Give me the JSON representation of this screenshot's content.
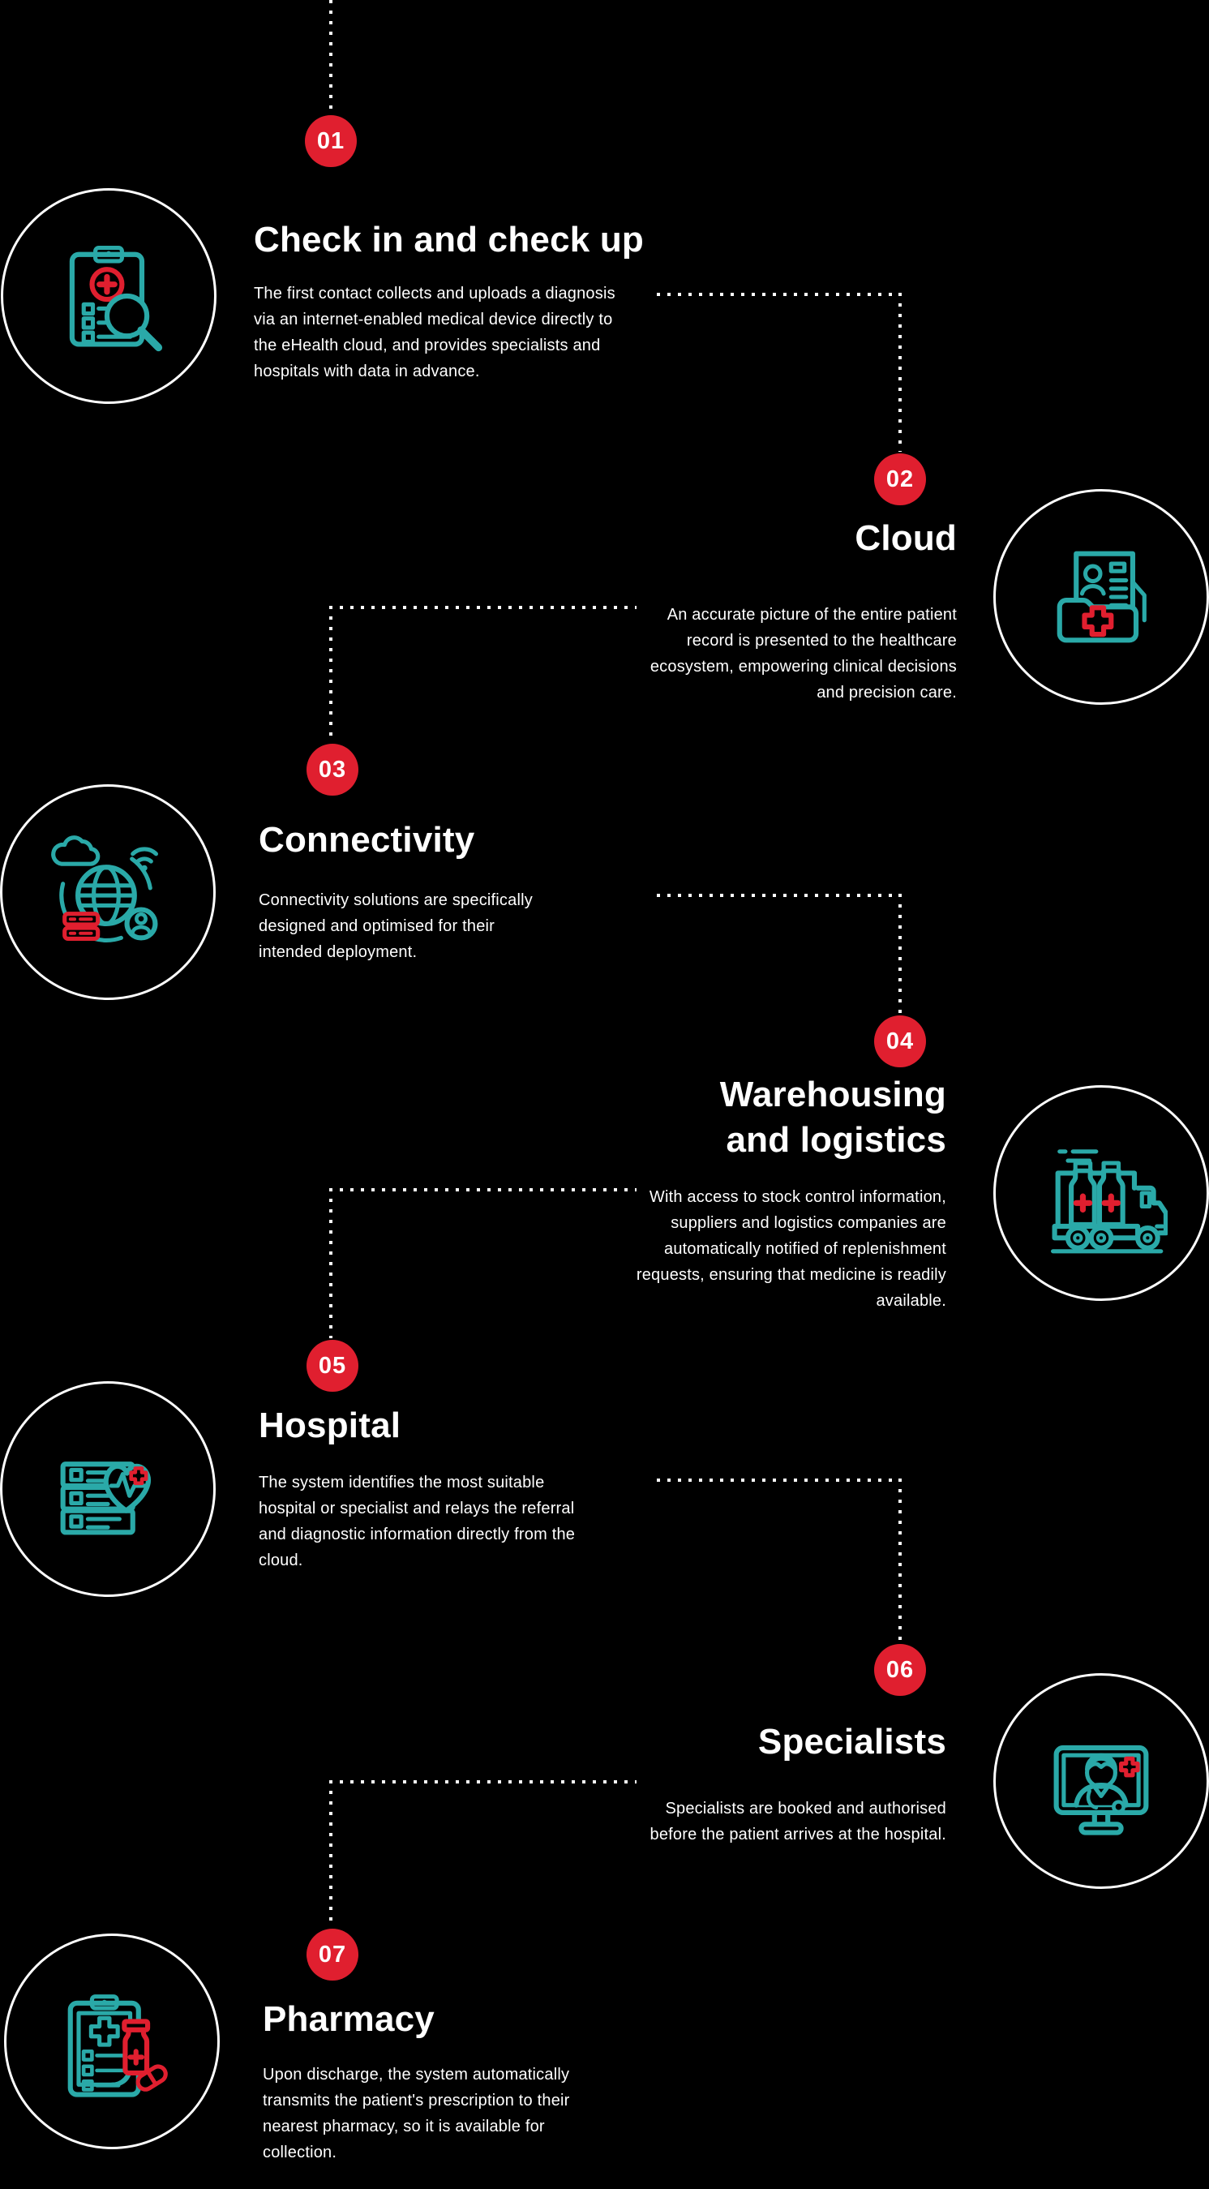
{
  "colors": {
    "background": "#000000",
    "accent_red": "#e01f2f",
    "accent_teal": "#2aa9a8",
    "text": "#ffffff"
  },
  "steps": [
    {
      "number": "01",
      "title": "Check in and check up",
      "description": "The first contact collects and uploads a diagnosis via an internet-enabled medical device directly to the eHealth cloud, and provides specialists and hospitals with data in advance.",
      "icon": "medical-clipboard-search-icon"
    },
    {
      "number": "02",
      "title": "Cloud",
      "description": "An accurate picture of the entire patient record is presented to the healthcare ecosystem, empowering clinical decisions and precision care.",
      "icon": "patient-record-folder-icon"
    },
    {
      "number": "03",
      "title": "Connectivity",
      "description": "Connectivity solutions are specifically designed and optimised for their intended deployment.",
      "icon": "global-connectivity-icon"
    },
    {
      "number": "04",
      "title": "Warehousing and logistics",
      "description": "With access to stock control information, suppliers and logistics companies are automatically notified of replenishment requests, ensuring that medicine is readily available.",
      "icon": "medicine-delivery-truck-icon"
    },
    {
      "number": "05",
      "title": "Hospital",
      "description": "The system identifies the most suitable hospital or specialist and relays the referral and diagnostic information directly from the cloud.",
      "icon": "hospital-server-heart-icon"
    },
    {
      "number": "06",
      "title": "Specialists",
      "description": "Specialists are booked and authorised before the patient arrives at the hospital.",
      "icon": "telemedicine-doctor-icon"
    },
    {
      "number": "07",
      "title": "Pharmacy",
      "description": "Upon discharge, the system automatically transmits the patient's prescription to their nearest pharmacy, so it is available for collection.",
      "icon": "prescription-pharmacy-icon"
    }
  ]
}
